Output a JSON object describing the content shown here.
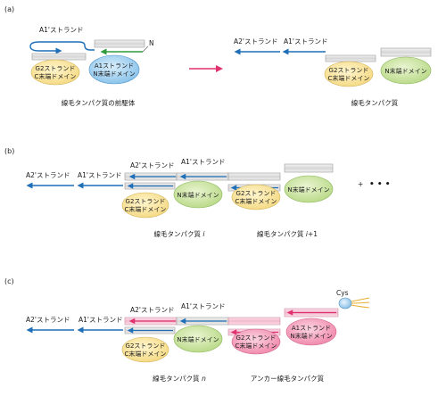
{
  "panels": {
    "a": {
      "label": "(a)",
      "a1_strand": "A1'ストランド",
      "n_label": "N",
      "g2_line1": "G2ストランド",
      "g2_line2": "C末端ドメイン",
      "a1n_line1": "A1ストランド",
      "a1n_line2": "N末端ドメイン",
      "caption_left": "線毛タンパク質の前駆体",
      "a2_strand": "A2'ストランド",
      "a1_strand_right": "A1'ストランド",
      "g2r_line1": "G2ストランド",
      "g2r_line2": "C末端ドメイン",
      "nterm_right": "N末端ドメイン",
      "caption_right": "線毛タンパク質"
    },
    "b": {
      "label": "(b)",
      "a2_left": "A2'ストランド",
      "a1_left": "A1'ストランド",
      "a2_mid": "A2'ストランド",
      "a1_mid": "A1'ストランド",
      "g2_line1": "G2ストランド",
      "g2_line2": "C末端ドメイン",
      "nterm_1": "N末端ドメイン",
      "g2b_line1": "G2ストランド",
      "g2b_line2": "C末端ドメイン",
      "nterm_2": "N末端ドメイン",
      "plus": "+",
      "dots": "• • •",
      "caption_i_text": "線毛タンパク質 ",
      "caption_i_var": "i",
      "caption_i1_text": "線毛タンパク質 ",
      "caption_i1_var": "i",
      "caption_i1_suffix": "+1"
    },
    "c": {
      "label": "(c)",
      "cys": "Cys",
      "a2_left": "A2'ストランド",
      "a1_left": "A1'ストランド",
      "a2_mid": "A2'ストランド",
      "a1_mid": "A1'ストランド",
      "g2_line1": "G2ストランド",
      "g2_line2": "C末端ドメイン",
      "nterm": "N末端ドメイン",
      "g2p_line1": "G2ストランド",
      "g2p_line2": "C末端ドメイン",
      "a1p_line1": "A1ストランド",
      "a1p_line2": "N末端ドメイン",
      "caption_n_text": "線毛タンパク質 ",
      "caption_n_var": "n",
      "caption_anchor": "アンカー線毛タンパク質"
    }
  },
  "colors": {
    "blue_arrow": "#1f6fb8",
    "green_arrow": "#2e9a3c",
    "magenta_arrow": "#e0306e",
    "yellow_domain": "#fbe7a1",
    "green_domain": "#cfe6a6",
    "blue_domain": "#a9d3f2",
    "pink_domain": "#f7a9c2",
    "gray_bar": "#e2e2e2"
  }
}
